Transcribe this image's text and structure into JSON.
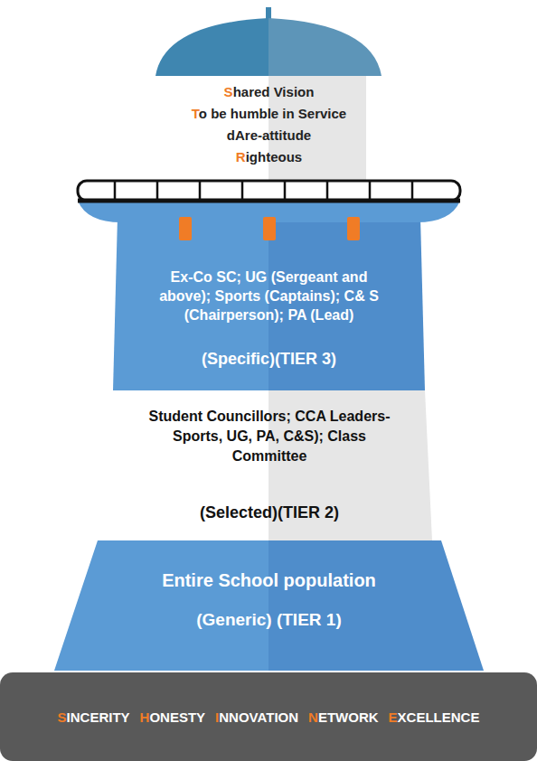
{
  "diagram": {
    "nodes": [
      {
        "text": [
          "Shared Vision",
          "To be humble in Service",
          "dAre-attitude",
          "Righteous"
        ]
      },
      {
        "text": [
          "Ex-Co SC; UG (Sergeant and above); Sports (Captains); C& S (Chairperson); PA (Lead)",
          "(Specific)(TIER 3)"
        ]
      },
      {
        "text": [
          "Student Councillors; CCA Leaders- Sports, UG, PA, C&S); Class Committee",
          "(Selected)(TIER 2)"
        ]
      },
      {
        "text": [
          "Entire School population",
          "(Generic) (TIER 1)"
        ]
      },
      {
        "text": [
          "SINCERITY",
          "HONESTY",
          "INNOVATION",
          "NETWORK",
          "EXCELLENCE"
        ]
      }
    ]
  }
}
